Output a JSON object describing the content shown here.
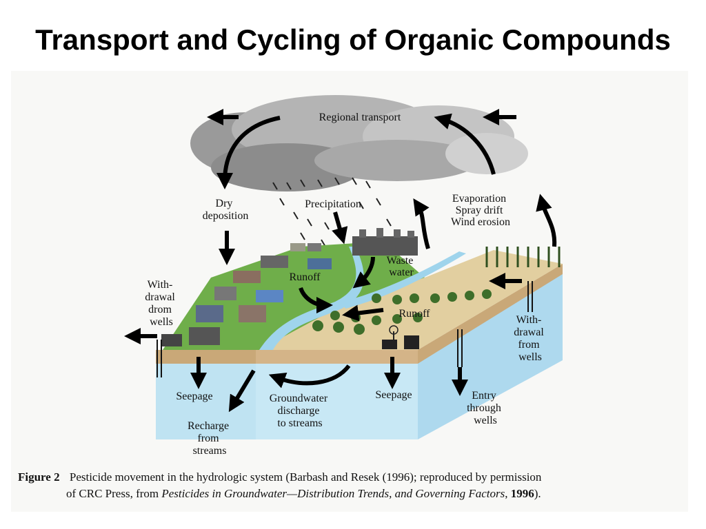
{
  "title": "Transport and Cycling of Organic Compounds",
  "diagram": {
    "labels": {
      "regional_transport": "Regional transport",
      "dry_deposition": [
        "Dry",
        "deposition"
      ],
      "precipitation": "Precipitation",
      "evaporation": [
        "Evaporation",
        "Spray drift",
        "Wind erosion"
      ],
      "waste_water": [
        "Waste",
        "water"
      ],
      "runoff_left": "Runoff",
      "runoff_right": "Runoff",
      "withdrawal_drom_wells": [
        "With-",
        "drawal",
        "drom",
        "wells"
      ],
      "withdrawal_from_wells": [
        "With-",
        "drawal",
        "from",
        "wells"
      ],
      "seepage_left": "Seepage",
      "seepage_right": "Seepage",
      "recharge": [
        "Recharge",
        "from",
        "streams"
      ],
      "groundwater": [
        "Groundwater",
        "discharge",
        "to streams"
      ],
      "entry_wells": [
        "Entry",
        "through",
        "wells"
      ]
    }
  },
  "caption": {
    "figure_label": "Figure 2",
    "text_1": "Pesticide movement in the hydrologic system (Barbash and Resek (1996); reproduced by permission",
    "text_2": "of CRC Press, from",
    "book_title": "Pesticides in Groundwater—Distribution Trends, and Governing Factors",
    "comma": ",",
    "year": "1996",
    "end": ")."
  }
}
